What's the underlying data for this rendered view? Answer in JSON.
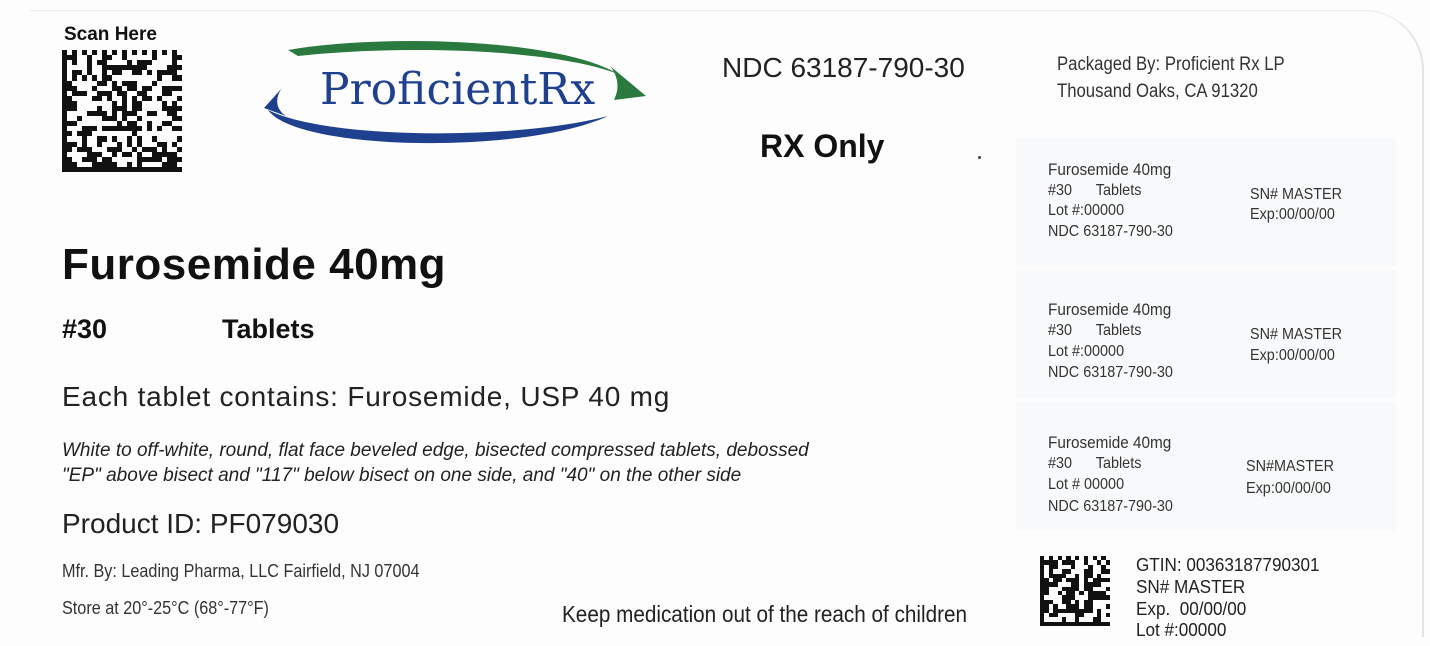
{
  "scan_label": "Scan Here",
  "brand": "ProficientRx",
  "ndc_top": "NDC 63187-790-30",
  "rx_only": "RX Only",
  "packaged_by": {
    "line1": "Packaged By: Proficient Rx LP",
    "line2": "Thousand Oaks, CA 91320"
  },
  "drug_title": "Furosemide 40mg",
  "count": "#30",
  "dosage_form": "Tablets",
  "contains": "Each tablet contains: Furosemide, USP 40 mg",
  "description": {
    "line1": "White to off-white, round, flat face beveled edge, bisected compressed tablets, debossed",
    "line2": "\"EP\" above bisect and \"117\" below bisect on one side, and \"40\" on the other side"
  },
  "product_id": "Product ID: PF079030",
  "manufacturer": "Mfr. By: Leading Pharma, LLC   Fairfield, NJ 07004",
  "storage": "Store at 20°-25°C (68°-77°F)",
  "warning": "Keep medication out of the reach of children",
  "stickers": [
    {
      "drug": "Furosemide 40mg",
      "count_form": "#30      Tablets",
      "lot": "Lot #:00000",
      "ndc": "NDC 63187-790-30",
      "sn": "SN# MASTER",
      "exp": "Exp:00/00/00"
    },
    {
      "drug": "Furosemide 40mg",
      "count_form": "#30      Tablets",
      "lot": "Lot #:00000",
      "ndc": "NDC 63187-790-30",
      "sn": "SN# MASTER",
      "exp": "Exp:00/00/00"
    },
    {
      "drug": "Furosemide 40mg",
      "count_form": "#30      Tablets",
      "lot": "Lot # 00000",
      "ndc": "NDC 63187-790-30",
      "sn": "SN#MASTER",
      "exp": "Exp:00/00/00"
    }
  ],
  "serial_block": {
    "gtin": "GTIN: 00363187790301",
    "sn": "SN# MASTER",
    "exp": "Exp.  00/00/00",
    "lot": "Lot #:00000"
  },
  "colors": {
    "brand_blue": "#1f3f8f",
    "brand_green": "#2a7a3f",
    "text": "#1a1a1a"
  }
}
